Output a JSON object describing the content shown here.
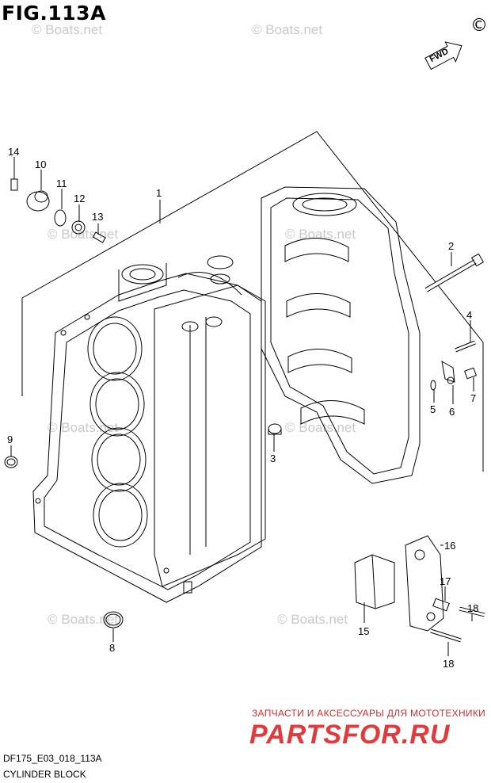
{
  "figure": {
    "title": "FIG.113A",
    "model_code": "DF175_E03_018_113A",
    "caption": "CYLINDER BLOCK",
    "copyright_mark": "©",
    "direction_label": "FWD"
  },
  "watermark": {
    "text": "© Boats.net"
  },
  "parts_logo": {
    "subtitle": "ЗАПЧАСТИ И АКСЕССУАРЫ ДЛЯ МОТОТЕХНИКИ",
    "brand": "PARTSFOR.RU"
  },
  "callouts": [
    {
      "num": "1"
    },
    {
      "num": "2"
    },
    {
      "num": "3"
    },
    {
      "num": "4"
    },
    {
      "num": "5"
    },
    {
      "num": "6"
    },
    {
      "num": "7"
    },
    {
      "num": "8"
    },
    {
      "num": "9"
    },
    {
      "num": "10"
    },
    {
      "num": "11"
    },
    {
      "num": "12"
    },
    {
      "num": "13"
    },
    {
      "num": "14"
    },
    {
      "num": "15"
    },
    {
      "num": "16"
    },
    {
      "num": "17"
    },
    {
      "num": "18"
    },
    {
      "num": "18"
    }
  ],
  "colors": {
    "line": "#000000",
    "watermark": "#c9c9c9",
    "brand": "#e23a3a"
  }
}
